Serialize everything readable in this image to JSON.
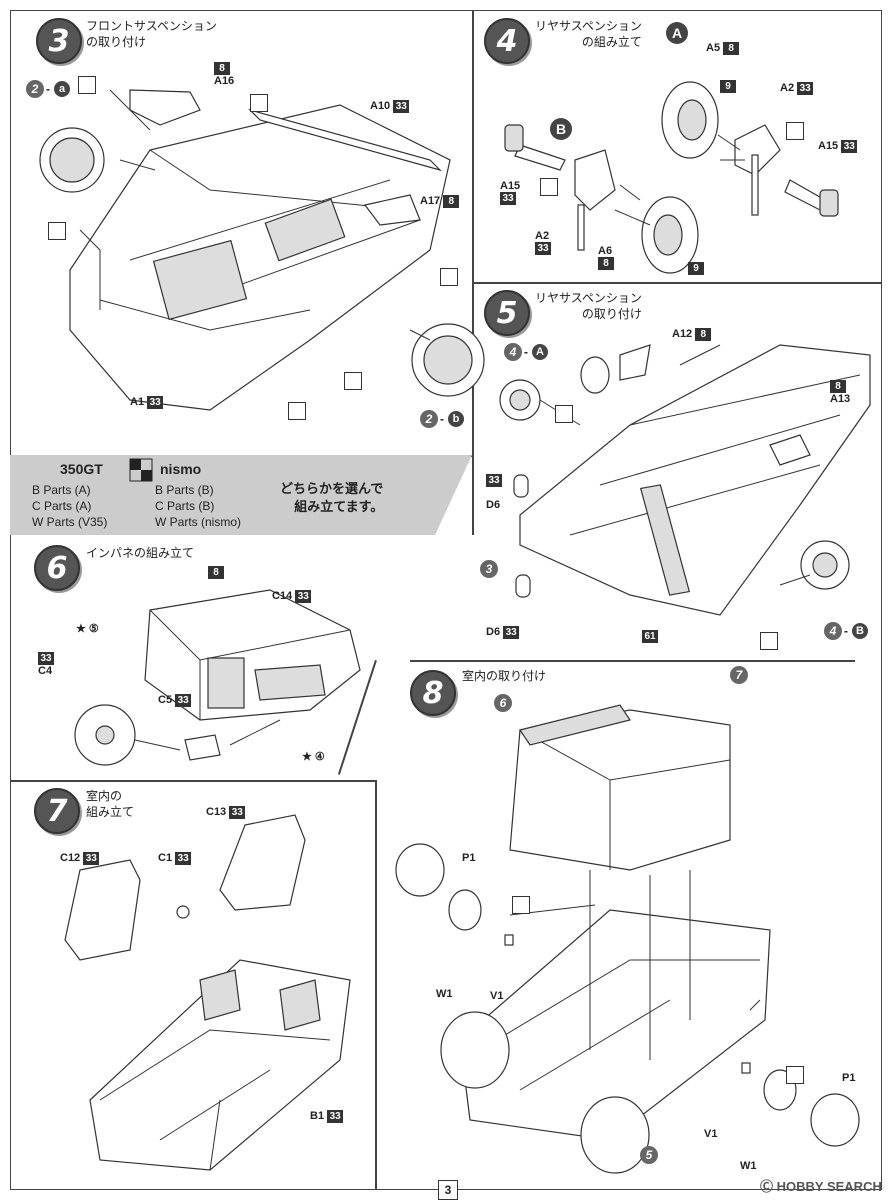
{
  "steps": {
    "s3": {
      "num": "3",
      "title": "フロントサスペンション\nの取り付け"
    },
    "s4": {
      "num": "4",
      "title": "リヤサスペンション\nの組み立て"
    },
    "s5": {
      "num": "5",
      "title": "リヤサスペンション\nの取り付け"
    },
    "s6": {
      "num": "6",
      "title": "インパネの組み立て"
    },
    "s7": {
      "num": "7",
      "title": "室内の\n組み立て"
    },
    "s8": {
      "num": "8",
      "title": "室内の取り付け"
    }
  },
  "sub_a": "A",
  "sub_b": "B",
  "parts": {
    "a16": "A16",
    "a10": "A10",
    "a17": "A17",
    "a1": "A1",
    "a5": "A5",
    "a2": "A2",
    "a15": "A15",
    "a6": "A6",
    "a12": "A12",
    "a13": "A13",
    "d6": "D6",
    "c14": "C14",
    "c5": "C5",
    "c4": "C4",
    "c13": "C13",
    "c12": "C12",
    "c1": "C1",
    "b1": "B1",
    "p1": "P1",
    "w1": "W1",
    "v1": "V1"
  },
  "runners": {
    "r8": "8",
    "r33": "33",
    "r9": "9",
    "r61": "61"
  },
  "refs": {
    "r2a": "2",
    "r2b": "2",
    "a_letter": "a",
    "b_letter": "b",
    "r4": "4",
    "r3": "3",
    "r6": "6",
    "r7": "7",
    "r5": "5",
    "r4b": "4"
  },
  "variant": {
    "col1_title": "350GT",
    "col2_title": "nismo",
    "col1": [
      "B Parts (A)",
      "C Parts (A)",
      "W Parts (V35)"
    ],
    "col2": [
      "B Parts (B)",
      "C Parts (B)",
      "W Parts (nismo)"
    ],
    "note": "どちらかを選んで\n組み立てます。"
  },
  "star_refs": {
    "s5": "⑤",
    "s4": "④"
  },
  "page": "3",
  "watermark": "HOBBY SEARCH"
}
